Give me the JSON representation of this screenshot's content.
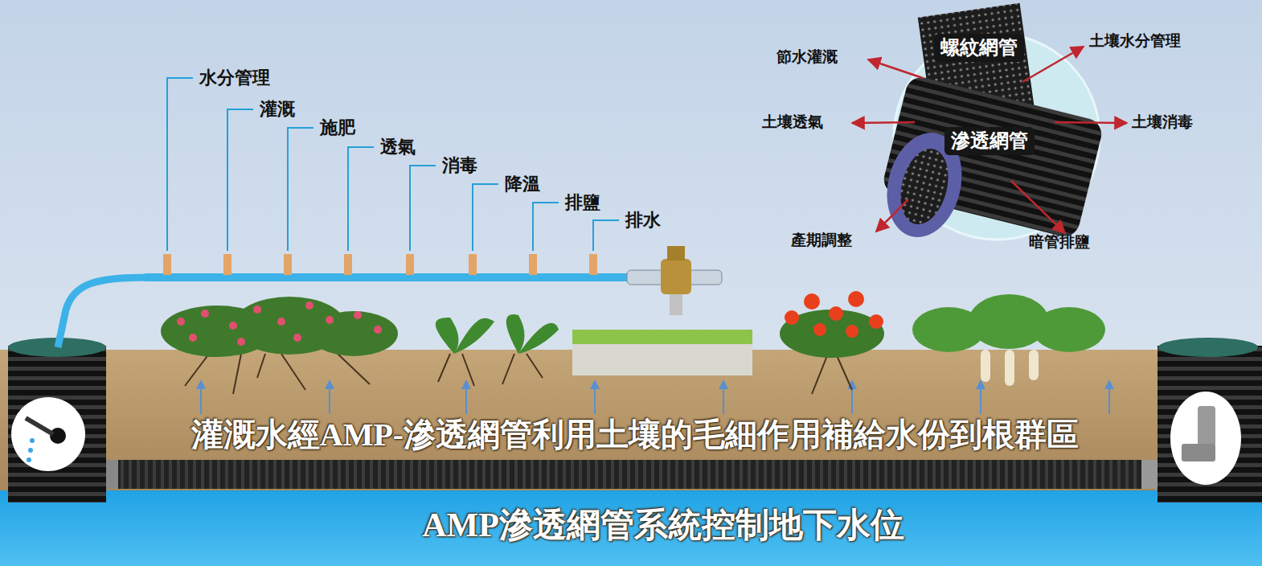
{
  "diagram": {
    "nodes": [
      {
        "text": [
          "螺紋網管"
        ]
      },
      {
        "text": [
          "滲透網管"
        ]
      }
    ],
    "labels": [
      "水分管理",
      "灌溉",
      "施肥",
      "透氣",
      "消毒",
      "降溫",
      "排鹽",
      "排水",
      "節水灌溉",
      "土壤水分管理",
      "土壤透氣",
      "土壤消毒",
      "產期調整",
      "暗管排鹽",
      "灌溉水經AMP-滲透網管利用土壤的毛細作用補給水份到根群區",
      "AMP滲透網管系統控制地下水位"
    ]
  }
}
